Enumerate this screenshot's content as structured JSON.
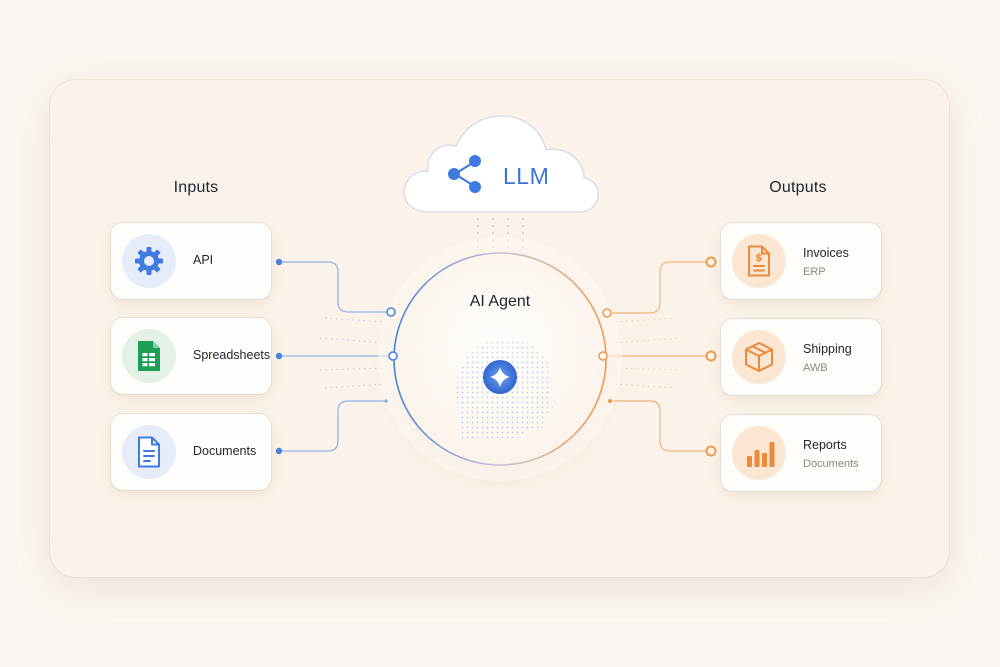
{
  "inputs": {
    "title": "Inputs",
    "items": [
      {
        "label": "API",
        "icon": "gear-icon"
      },
      {
        "label": "Spreadsheets",
        "icon": "spreadsheet-icon"
      },
      {
        "label": "Documents",
        "icon": "document-icon"
      }
    ]
  },
  "outputs": {
    "title": "Outputs",
    "items": [
      {
        "label": "Invoices",
        "sub": "ERP",
        "icon": "invoice-icon"
      },
      {
        "label": "Shipping",
        "sub": "AWB",
        "icon": "package-icon"
      },
      {
        "label": "Reports",
        "sub": "Documents",
        "icon": "bar-chart-icon"
      }
    ]
  },
  "llm": {
    "label": "LLM",
    "icon": "share-nodes-icon"
  },
  "agent": {
    "title": "AI Agent",
    "icon": "sparkle-icon"
  },
  "colors": {
    "input_accent": "#4a82e0",
    "output_accent": "#ef9a4a"
  }
}
